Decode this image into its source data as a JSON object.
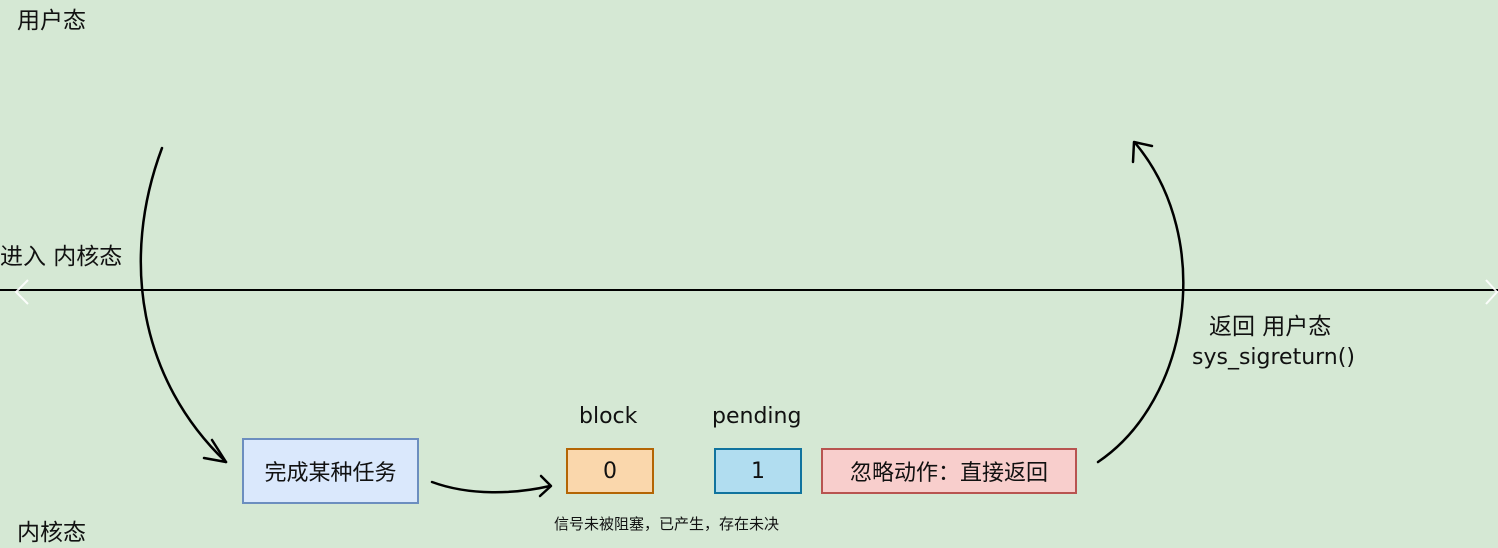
{
  "zones": {
    "user_mode": "用户态",
    "kernel_mode": "内核态"
  },
  "transitions": {
    "enter_kernel": "进入 内核态",
    "return_user_line1": "返回 用户态",
    "return_user_line2": "sys_sigreturn()"
  },
  "task_box": {
    "label": "完成某种任务",
    "fill": "#dae8fc",
    "stroke": "#6c8ebf"
  },
  "bitmaps": {
    "block": {
      "header": "block",
      "value": "0",
      "fill": "#fad7ac",
      "stroke": "#b46504"
    },
    "pending": {
      "header": "pending",
      "value": "1",
      "fill": "#b1ddf0",
      "stroke": "#10739e"
    },
    "note": "信号未被阻塞，已产生，存在未决"
  },
  "action_box": {
    "label": "忽略动作：直接返回",
    "fill": "#f8cecc",
    "stroke": "#b85450"
  },
  "colors": {
    "background": "#d5e8d4",
    "line": "#000000"
  }
}
